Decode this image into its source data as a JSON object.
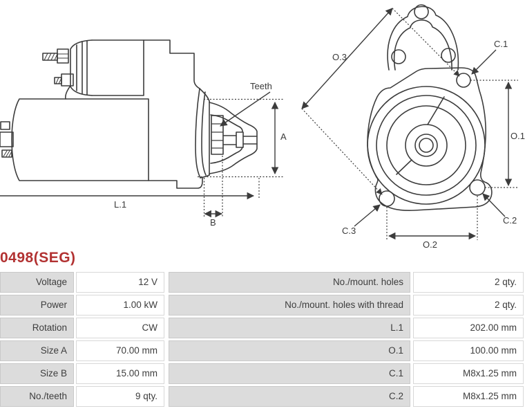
{
  "title": {
    "part_number": "0498(SEG)"
  },
  "diagram": {
    "side_view": {
      "teeth_label": "Teeth",
      "dim_a": "A",
      "dim_l1": "L.1",
      "dim_b": "B"
    },
    "front_view": {
      "dim_o3": "O.3",
      "dim_c1": "C.1",
      "dim_o1": "O.1",
      "dim_c2": "C.2",
      "dim_c3": "C.3",
      "dim_o2": "O.2"
    }
  },
  "specs": {
    "rows": [
      {
        "label_left": "Voltage",
        "value_left": "12 V",
        "label_right": "No./mount. holes",
        "value_right": "2 qty."
      },
      {
        "label_left": "Power",
        "value_left": "1.00 kW",
        "label_right": "No./mount. holes with thread",
        "value_right": "2 qty."
      },
      {
        "label_left": "Rotation",
        "value_left": "CW",
        "label_right": "L.1",
        "value_right": "202.00 mm"
      },
      {
        "label_left": "Size A",
        "value_left": "70.00 mm",
        "label_right": "O.1",
        "value_right": "100.00 mm"
      },
      {
        "label_left": "Size B",
        "value_left": "15.00 mm",
        "label_right": "C.1",
        "value_right": "M8x1.25 mm"
      },
      {
        "label_left": "No./teeth",
        "value_left": "9 qty.",
        "label_right": "C.2",
        "value_right": "M8x1.25 mm"
      }
    ]
  },
  "colors": {
    "accent_red": "#b23232",
    "cell_gray": "#dcdcdc",
    "line": "#3c3c3c"
  }
}
